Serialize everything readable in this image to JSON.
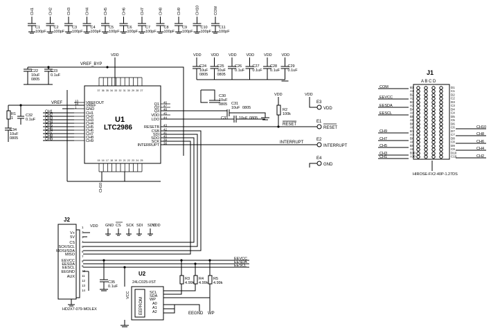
{
  "top_caps": [
    {
      "net": "CH1",
      "ref": "C1",
      "val": "100pF"
    },
    {
      "net": "CH2",
      "ref": "C2",
      "val": "100pF"
    },
    {
      "net": "CH3",
      "ref": "C3",
      "val": "100pF"
    },
    {
      "net": "CH4",
      "ref": "C4",
      "val": "100pF"
    },
    {
      "net": "CH5",
      "ref": "C5",
      "val": "100pF"
    },
    {
      "net": "CH6",
      "ref": "C6",
      "val": "100pF"
    },
    {
      "net": "CH7",
      "ref": "C7",
      "val": "100pF"
    },
    {
      "net": "CH8",
      "ref": "C8",
      "val": "100pF"
    },
    {
      "net": "CH9",
      "ref": "C9",
      "val": "100pF"
    },
    {
      "net": "CH10",
      "ref": "C10",
      "val": "100pF"
    },
    {
      "net": "COM",
      "ref": "C11",
      "val": "100pF"
    }
  ],
  "vdd_caps": [
    {
      "ref": "C24",
      "val": "10uF",
      "pkg": "0805"
    },
    {
      "ref": "C25",
      "val": "10uF",
      "pkg": "0805"
    },
    {
      "ref": "C26",
      "val": "0.1uF",
      "pkg": ""
    },
    {
      "ref": "C27",
      "val": "0.1uF",
      "pkg": ""
    },
    {
      "ref": "C28",
      "val": "0.1uF",
      "pkg": ""
    },
    {
      "ref": "C29",
      "val": "0.1uF",
      "pkg": ""
    }
  ],
  "vdd_label": "VDD",
  "gnd_label": "GND",
  "vref_byp": "VREF_BYP",
  "vref": "VREF",
  "c22": {
    "ref": "C22",
    "val": "10uF",
    "pkg": "0805"
  },
  "c23": {
    "ref": "C23",
    "val": "0.1uF"
  },
  "r1": {
    "ref": "R1",
    "val": "1"
  },
  "c32": {
    "ref": "C32",
    "val": "0.1uF"
  },
  "c34": {
    "ref": "C34",
    "val": "10uF",
    "pkg": "0805"
  },
  "u1": {
    "ref": "U1",
    "part": "LTC2986"
  },
  "u1_left_pins": [
    {
      "num": "13",
      "name": "VREFOUT"
    },
    {
      "num": "14",
      "name": "VREF"
    },
    {
      "num": "1",
      "name": "GND"
    },
    {
      "num": "",
      "name": "CH1"
    },
    {
      "num": "",
      "name": "CH2"
    },
    {
      "num": "",
      "name": "CH3"
    },
    {
      "num": "",
      "name": "CH4"
    },
    {
      "num": "",
      "name": "CH5"
    },
    {
      "num": "",
      "name": "CH6"
    },
    {
      "num": "",
      "name": "CH7"
    },
    {
      "num": "",
      "name": "CH8"
    },
    {
      "num": "",
      "name": "CH9"
    }
  ],
  "left_nets": [
    "CH1",
    "CH2",
    "CH3",
    "CH4",
    "CH5",
    "CH6",
    "CH7",
    "CH8",
    "CH9"
  ],
  "u1_right_pins": [
    {
      "num": "46",
      "name": "Q1"
    },
    {
      "num": "47",
      "name": "Q2"
    },
    {
      "num": "48",
      "name": "Q3"
    },
    {
      "num": "45",
      "name": "VDD"
    },
    {
      "num": "44",
      "name": "LDO"
    },
    {
      "num": "43",
      "name": "RESETB"
    },
    {
      "num": "42",
      "name": "CSB"
    },
    {
      "num": "41",
      "name": "SDI"
    },
    {
      "num": "40",
      "name": "SDO"
    },
    {
      "num": "39",
      "name": "SCK"
    },
    {
      "num": "38",
      "name": "INTERRUPT"
    }
  ],
  "u1_bottom_pin": "CH10",
  "c30": {
    "ref": "C30",
    "val": "10uF",
    "pkg": "0805"
  },
  "c31": {
    "ref": "C31",
    "val": "10uF",
    "pkg": "0805"
  },
  "c33": {
    "ref": "C33",
    "val": "10uF",
    "pkg": "0805"
  },
  "r2": {
    "ref": "R2",
    "val": "100k"
  },
  "e3": {
    "ref": "E3",
    "label": "VDD"
  },
  "e1": {
    "ref": "E1",
    "label": "RESET"
  },
  "e2": {
    "ref": "E2",
    "label": "INTERRUPT"
  },
  "e4": {
    "ref": "E4",
    "label": "GND"
  },
  "reset_net": "RESET",
  "interrupt_net": "INTERRUPT",
  "j1": {
    "ref": "J1",
    "cols": "A B C D",
    "part": "HIROSE-FX2-40P-1.27DS",
    "left_nets": [
      "COM",
      "EEVCC",
      "EESDA",
      "EESCL",
      "CH9",
      "CH7",
      "CH5",
      "CH3",
      "CH1"
    ],
    "right_nets": [
      "CH10",
      "CH8",
      "CH6",
      "CH4",
      "CH2"
    ]
  },
  "j2": {
    "ref": "J2",
    "part": "HD2X7-079-MOLEX",
    "pins": [
      "V+",
      "5V",
      "CS",
      "SCK/SCL",
      "MOSI/SDA",
      "MISO",
      "EEVCC",
      "EESDA",
      "EESCL",
      "EEGND",
      "AUX"
    ],
    "pin_nums": [
      "1",
      "2",
      "3",
      "4",
      "5",
      "6",
      "7",
      "8",
      "9",
      "10",
      "11",
      "12",
      "13",
      "14"
    ]
  },
  "spi_labels": [
    "GND",
    "CS",
    "SCK",
    "SDI",
    "SDO"
  ],
  "cs_over": "CS",
  "u2": {
    "ref": "U2",
    "part": "24LC025-I/ST",
    "inner": "EEPROM",
    "pins": [
      "SCL",
      "SDA",
      "WP",
      "A0",
      "A1",
      "A2"
    ],
    "vcc": "VCC"
  },
  "c35": {
    "ref": "C35",
    "val": "0.1uF"
  },
  "r3": {
    "ref": "R3",
    "val": "4.99k"
  },
  "r4": {
    "ref": "R4",
    "val": "4.99k"
  },
  "r5": {
    "ref": "R5",
    "val": "4.99k"
  },
  "ee_nets": [
    "EEVCC",
    "EESDA",
    "EESCL"
  ],
  "eegnd": "EEGND",
  "wp": "WP"
}
